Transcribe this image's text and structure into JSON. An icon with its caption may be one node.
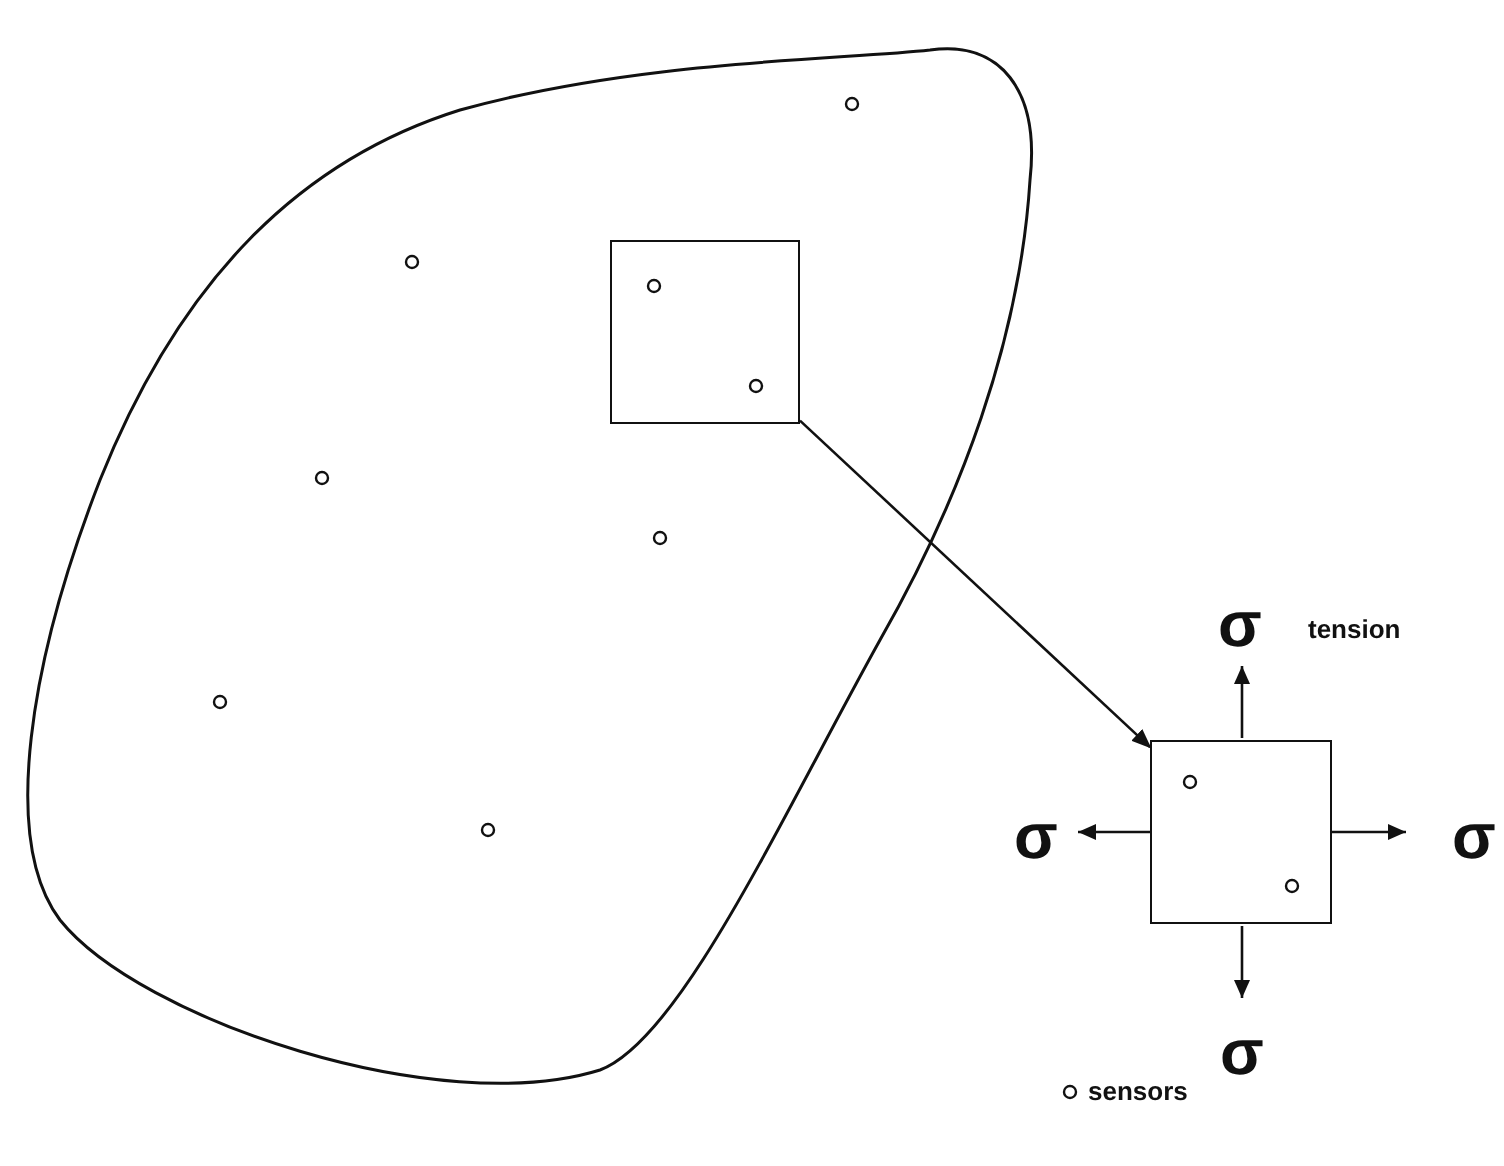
{
  "diagram": {
    "nodes": [
      {
        "text": [],
        "shape": "box"
      },
      {
        "text": [],
        "shape": "box"
      }
    ],
    "edges": [
      {
        "from": 0,
        "to": 1,
        "arrow": "to"
      }
    ],
    "labels": [
      "σ",
      "tension",
      "σ",
      "σ",
      "σ"
    ],
    "legend": [
      {
        "text": "sensors"
      }
    ]
  }
}
